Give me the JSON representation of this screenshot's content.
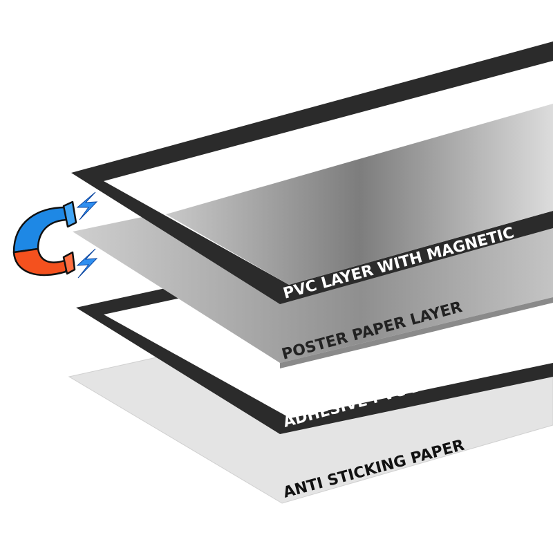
{
  "layers": [
    {
      "label": "PVC LAYER WITH MAGNETIC"
    },
    {
      "label": "POSTER PAPER LAYER"
    },
    {
      "label": "ADHESIVE PVC BACKING LAYER"
    },
    {
      "label": "ANTI STICKING PAPER"
    }
  ],
  "colors": {
    "frame": "#2b2b2b",
    "magnet_blue": "#1e88e5",
    "magnet_red": "#f4511e",
    "bolt": "#2f8ff0"
  }
}
